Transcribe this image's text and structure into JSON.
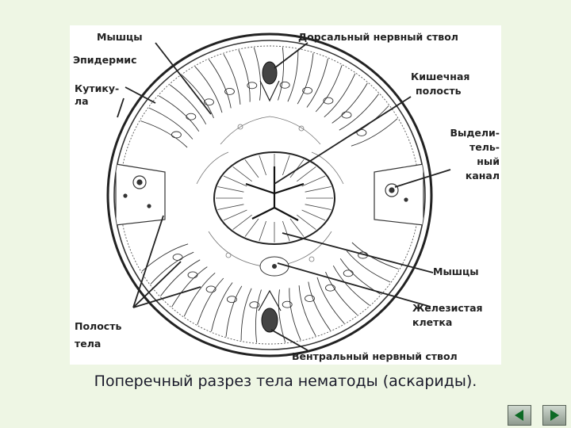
{
  "labels": {
    "muscles_top": "Мышцы",
    "dorsal_nerve": "Дорсальный нервный ствол",
    "epidermis": "Эпидермис",
    "cuticle_1": "Кутику-",
    "cuticle_2": "ла",
    "gut_1": "Кишечная",
    "gut_2": "полость",
    "excr_1": "Выдели-",
    "excr_2": "тель-",
    "excr_3": "ный",
    "excr_4": "канал",
    "muscles_right": "Мышцы",
    "gland_1": "Железистая",
    "gland_2": "клетка",
    "cavity_1": "Полость",
    "cavity_2": "тела",
    "ventral_nerve": "Вентральный нервный ствол"
  },
  "caption": "Поперечный разрез тела нематоды (аскариды).",
  "nav": {
    "prev_icon": "triangle-left-icon",
    "next_icon": "triangle-right-icon"
  },
  "colors": {
    "slide_bg": "#eef6e4",
    "nav_arrow": "#0d6a25",
    "ink": "#222222"
  }
}
